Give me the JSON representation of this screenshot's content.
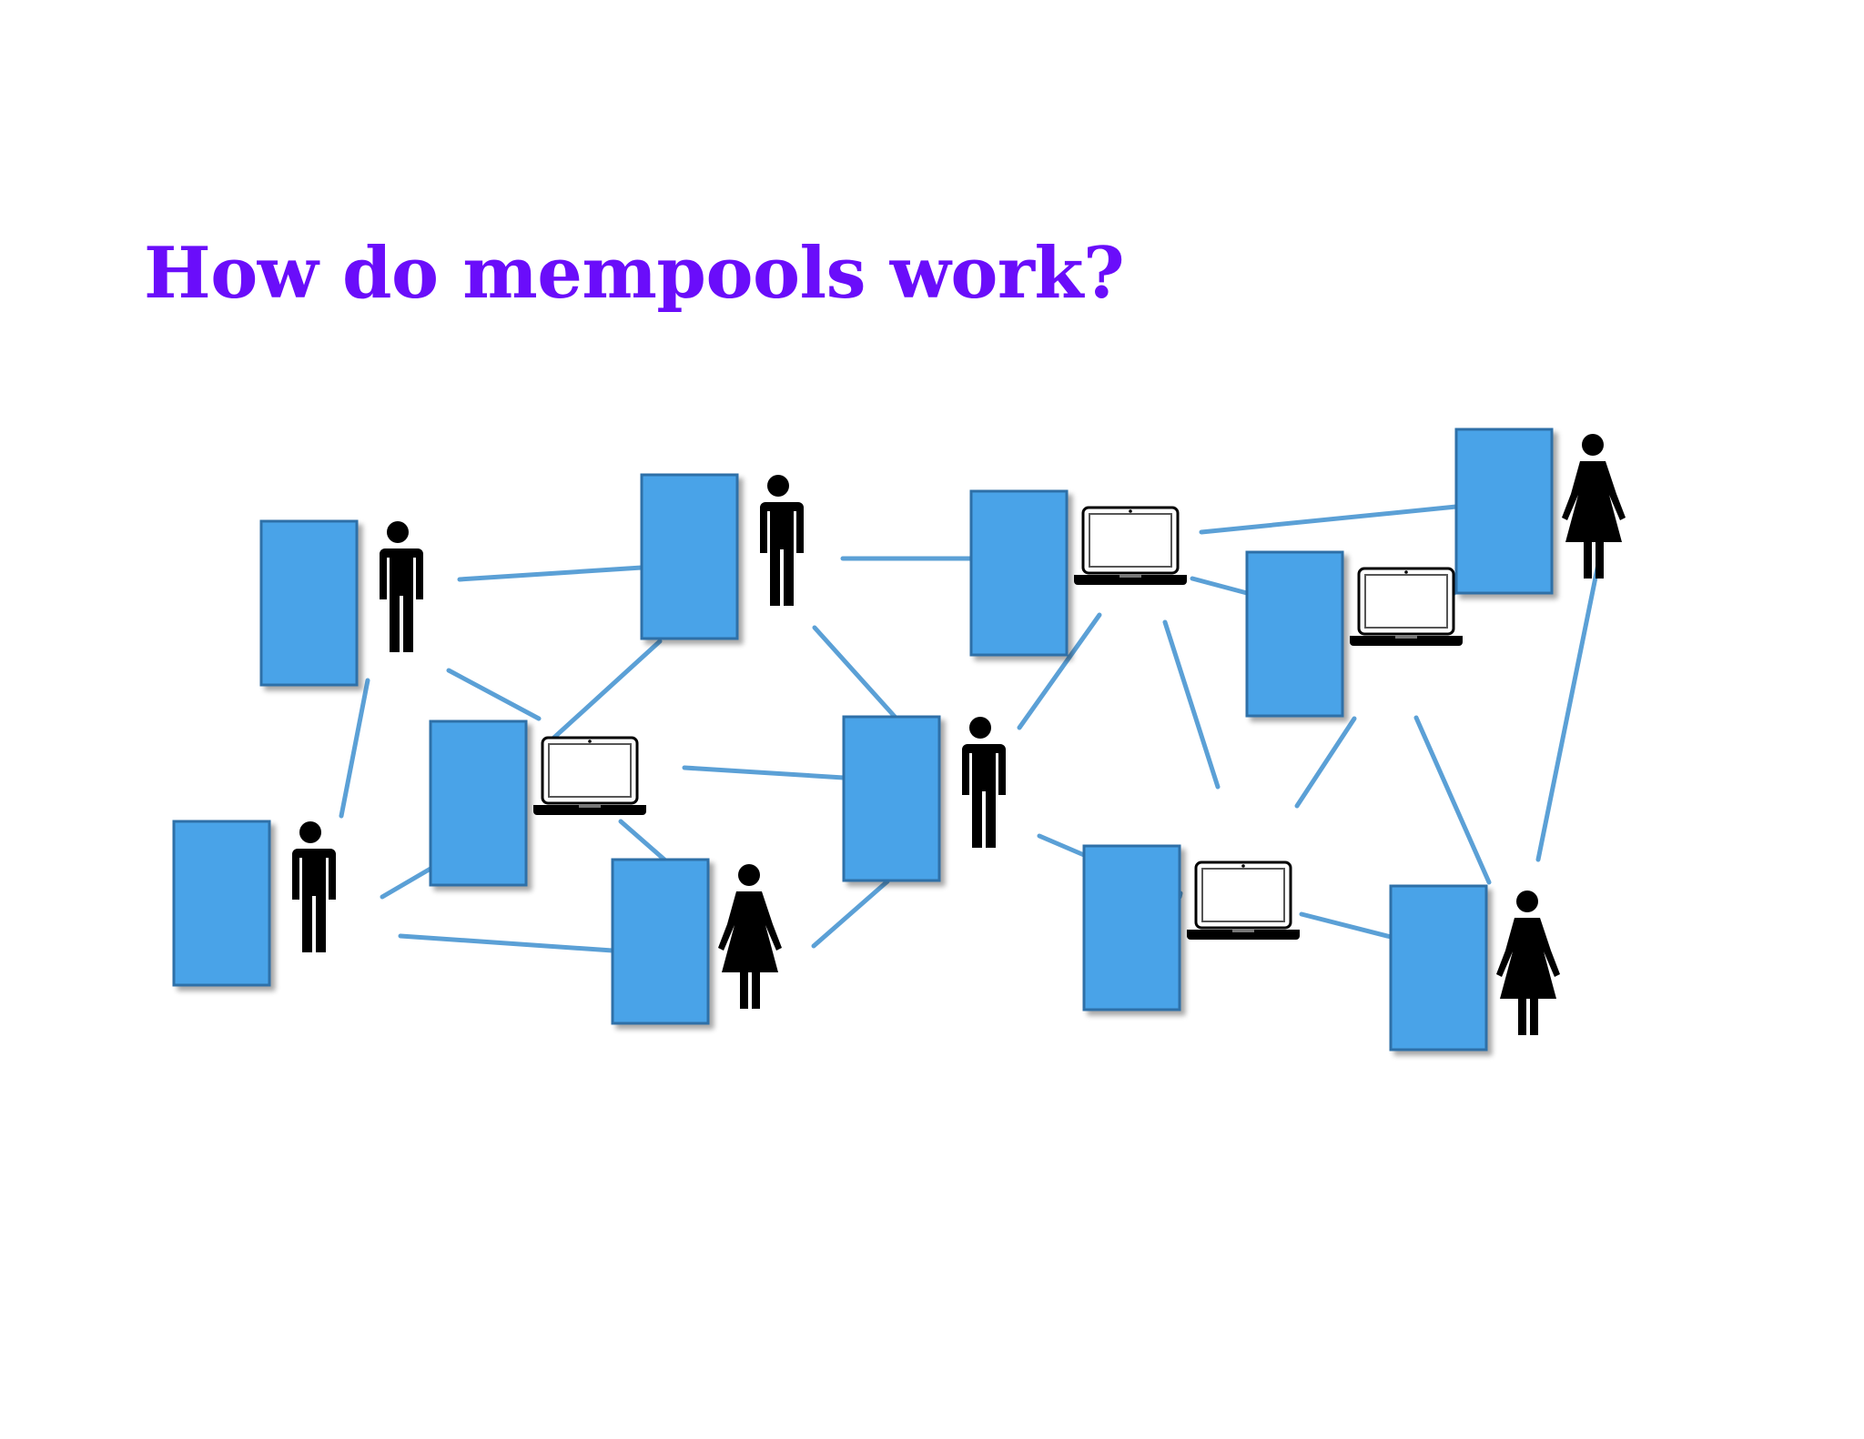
{
  "title": "How do mempools work?",
  "colors": {
    "title": "#6a0dfa",
    "node_fill": "#4aa3e8",
    "node_stroke": "#2d6fa8",
    "edge": "#5ba0d6",
    "icon": "#000000"
  },
  "nodes": [
    {
      "id": "n1",
      "icon": "man-icon"
    },
    {
      "id": "n2",
      "icon": "man-icon"
    },
    {
      "id": "n3",
      "icon": "laptop-icon"
    },
    {
      "id": "n4",
      "icon": "laptop-icon"
    },
    {
      "id": "n5",
      "icon": "woman-icon"
    },
    {
      "id": "n6",
      "icon": "laptop-icon"
    },
    {
      "id": "n7",
      "icon": "man-icon"
    },
    {
      "id": "n8",
      "icon": "man-icon"
    },
    {
      "id": "n9",
      "icon": "woman-icon"
    },
    {
      "id": "n10",
      "icon": "laptop-icon"
    },
    {
      "id": "n11",
      "icon": "woman-icon"
    }
  ]
}
